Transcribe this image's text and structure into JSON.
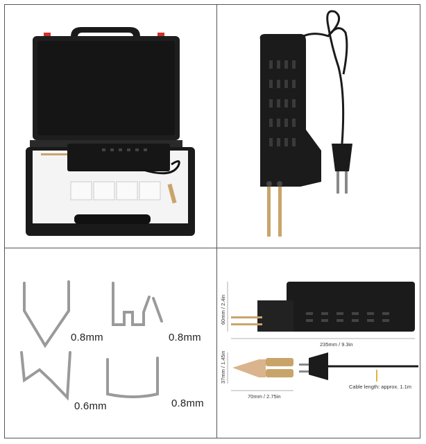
{
  "wire_labels": {
    "top_left": "0.8mm",
    "top_right": "0.8mm",
    "bottom_left": "0.6mm",
    "bottom_right": "0.8mm"
  },
  "dimensions": {
    "height_welder": "60mm / 2.4in",
    "length_welder": "235mm / 9.3in",
    "height_tip": "37mm / 1.45in",
    "length_tip": "70mm / 2.75in",
    "cable_length": "Cable length: approx. 1.1m"
  },
  "colors": {
    "body": "#1b1b1b",
    "brass": "#c9a46a",
    "accent_red": "#d0312d",
    "grid_border": "#555555"
  }
}
